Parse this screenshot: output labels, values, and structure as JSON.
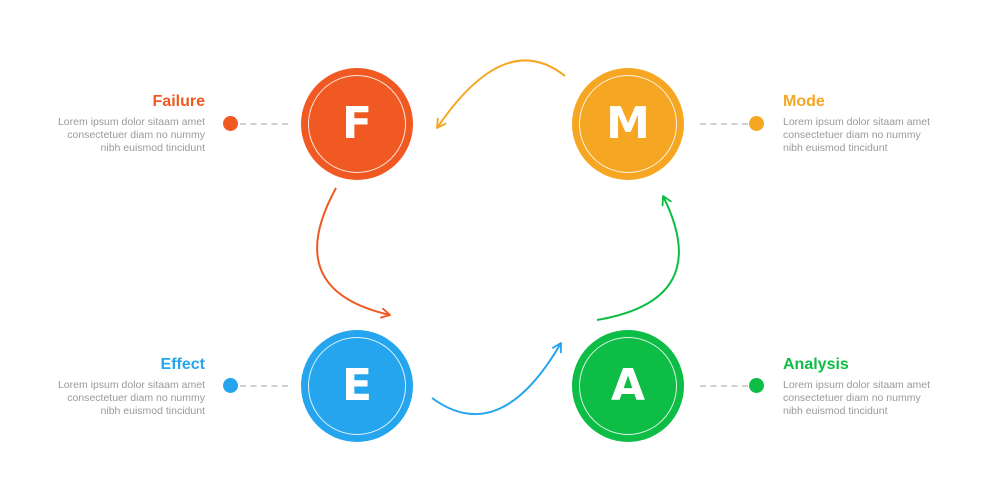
{
  "colors": {
    "failure": "#f05a22",
    "mode": "#f5a623",
    "effect": "#24a5ee",
    "analysis": "#0dbd45",
    "dash": "#d0d0d0",
    "desc_text": "#9a9a9a"
  },
  "steps": {
    "failure": {
      "letter": "F",
      "title": "Failure",
      "desc_line1": "Lorem ipsum dolor sitaam amet",
      "desc_line2": "consectetuer diam no nummy",
      "desc_line3": "nibh euismod tincidunt"
    },
    "mode": {
      "letter": "M",
      "title": "Mode",
      "desc_line1": "Lorem ipsum dolor sitaam amet",
      "desc_line2": "consectetuer diam no nummy",
      "desc_line3": "nibh euismod tincidunt"
    },
    "effect": {
      "letter": "E",
      "title": "Effect",
      "desc_line1": "Lorem ipsum dolor sitaam amet",
      "desc_line2": "consectetuer diam no nummy",
      "desc_line3": "nibh euismod tincidunt"
    },
    "analysis": {
      "letter": "A",
      "title": "Analysis",
      "desc_line1": "Lorem ipsum dolor sitaam amet",
      "desc_line2": "consectetuer diam no nummy",
      "desc_line3": "nibh euismod tincidunt"
    }
  }
}
